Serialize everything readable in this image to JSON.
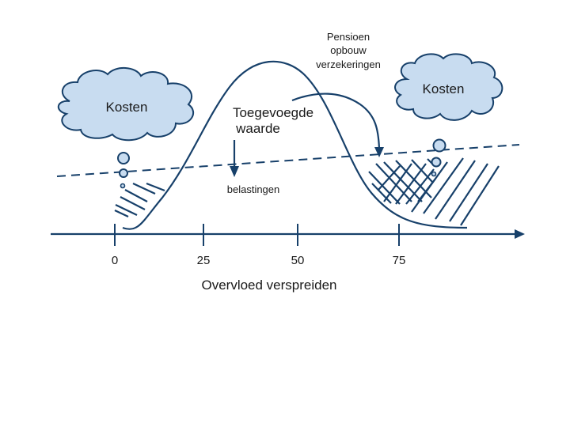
{
  "diagram": {
    "colors": {
      "line": "#17406a",
      "cloud_fill": "#c8dcf0",
      "text": "#1a1a1a",
      "background": "#ffffff"
    },
    "clouds": [
      {
        "label": "Kosten"
      },
      {
        "label": "Kosten"
      }
    ],
    "labels": {
      "added_value_line1": "Toegevoegde",
      "added_value_line2": "waarde",
      "taxes": "belastingen",
      "pension_line1": "Pensioen",
      "pension_line2": "opbouw",
      "pension_line3": "verzekeringen"
    },
    "axis": {
      "title": "Overvloed verspreiden",
      "ticks": [
        "0",
        "25",
        "50",
        "75"
      ]
    }
  }
}
